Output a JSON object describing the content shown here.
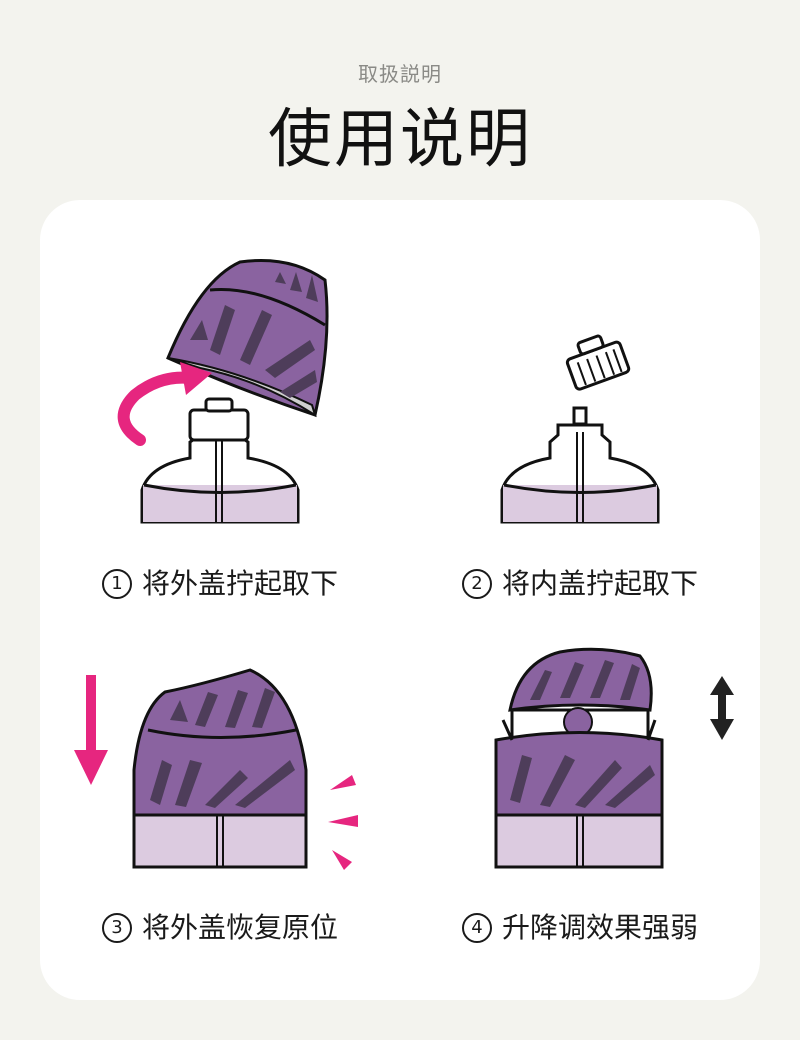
{
  "header": {
    "subtitle": "取扱説明",
    "title": "使用说明"
  },
  "colors": {
    "background": "#f3f3ee",
    "purple": "#8a63a0",
    "stripe": "#4e3d5a",
    "lilac": "#dccbe0",
    "accent_pink": "#e6267f"
  },
  "steps": [
    {
      "number": "1",
      "text": "将外盖拧起取下"
    },
    {
      "number": "2",
      "text": "将内盖拧起取下"
    },
    {
      "number": "3",
      "text": "将外盖恢复原位"
    },
    {
      "number": "4",
      "text": "升降调效果强弱"
    }
  ]
}
